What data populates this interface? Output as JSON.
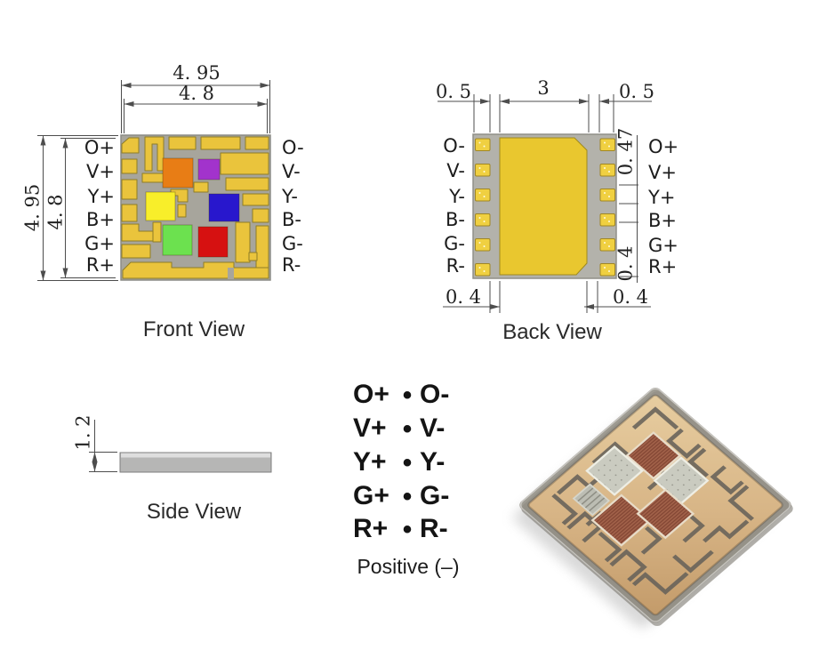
{
  "front": {
    "title": "Front View",
    "left_pins": [
      "O+",
      "V+",
      "Y+",
      "B+",
      "G+",
      "R+"
    ],
    "right_pins": [
      "O-",
      "V-",
      "Y-",
      "B-",
      "G-",
      "R-"
    ],
    "dims": {
      "top_outer": "4. 95",
      "top_inner": "4. 8",
      "left_outer": "4. 95",
      "left_inner": "4. 8"
    },
    "dies": [
      {
        "name": "orange-led",
        "color": "#e87d15"
      },
      {
        "name": "purple-led",
        "color": "#a233cc"
      },
      {
        "name": "yellow-led",
        "color": "#f8ee2a"
      },
      {
        "name": "blue-led",
        "color": "#2817cd"
      },
      {
        "name": "green-led",
        "color": "#6ce14f"
      },
      {
        "name": "red-led",
        "color": "#d61111"
      }
    ],
    "substrate_color": "#a7a59c",
    "trace_color": "#eac43c"
  },
  "back": {
    "title": "Back View",
    "left_pins": [
      "O-",
      "V-",
      "Y-",
      "B-",
      "G-",
      "R-"
    ],
    "right_pins": [
      "O+",
      "V+",
      "Y+",
      "B+",
      "G+",
      "R+"
    ],
    "dims": {
      "top_left": "0. 5",
      "top_center": "3",
      "top_right": "0. 5",
      "right_upper": "0. 47",
      "right_lower": "0. 4",
      "bottom_left": "0. 4",
      "bottom_right": "0. 4"
    },
    "body_color": "#b3b2ab",
    "pad_color": "#e9c72f"
  },
  "side": {
    "title": "Side View",
    "dims": {
      "thickness": "1. 2"
    }
  },
  "pinout": {
    "pairs": [
      {
        "pos": "O+",
        "neg": "O-"
      },
      {
        "pos": "V+",
        "neg": "V-"
      },
      {
        "pos": "Y+",
        "neg": "Y-"
      },
      {
        "pos": "G+",
        "neg": "G-"
      },
      {
        "pos": "R+",
        "neg": "R-"
      }
    ],
    "bullet": "•",
    "note": "Positive (–)"
  }
}
